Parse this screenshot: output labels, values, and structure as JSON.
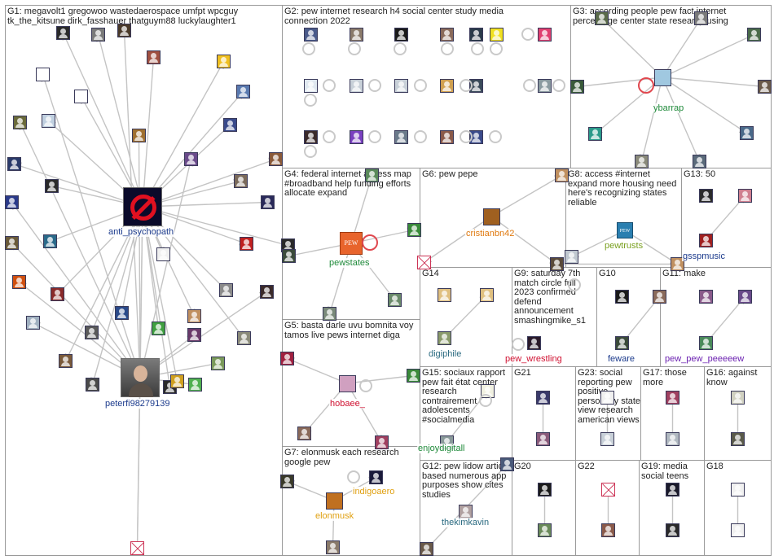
{
  "colors": {
    "panel_border": "#9a9a9a",
    "edge": "#c4c4c4",
    "self_loop": "#e0484f",
    "label_blue": "#1b3a8c",
    "label_green": "#1f8a3a",
    "label_orange": "#e07a10",
    "label_red": "#d01030",
    "label_olive": "#7aa020",
    "label_purple": "#6a1fb0",
    "label_teal": "#2a6a80",
    "label_gold": "#e0a010"
  },
  "groups": [
    {
      "id": "G1",
      "title": "G1: megavolt1 gregowoo wastedaerospace umfpt wpcguy tk_the_kitsune dirk_fasshauer thatguym88 luckylaughter1"
    },
    {
      "id": "G2",
      "title": "G2: pew internet research h4 social center study media connection 2022"
    },
    {
      "id": "G3",
      "title": "G3: according people pew fact internet percentage center state research using"
    },
    {
      "id": "G4",
      "title": "G4: federal internet access map #broadband help funding efforts allocate expand"
    },
    {
      "id": "G5",
      "title": "G5: basta darle uvu bomnita voy tamos live pews internet diga"
    },
    {
      "id": "G6",
      "title": "G6: pew pepe"
    },
    {
      "id": "G7",
      "title": "G7: elonmusk each research google pew"
    },
    {
      "id": "G8",
      "title": "G8: access #internet expand more housing need here's recognizing states reliable"
    },
    {
      "id": "G9",
      "title": "G9: saturday 7th match circle full 2023 confirmed defend announcement smashingmike_s1"
    },
    {
      "id": "G10",
      "title": "G10"
    },
    {
      "id": "G11",
      "title": "G11: make"
    },
    {
      "id": "G12",
      "title": "G12: pew lidow article based numerous app purposes show cites studies"
    },
    {
      "id": "G13",
      "title": "G13: 50"
    },
    {
      "id": "G14",
      "title": "G14"
    },
    {
      "id": "G15",
      "title": "G15: sociaux rapport pew fait état center research contrairement adolescents #socialmedia"
    },
    {
      "id": "G16",
      "title": "G16: against know"
    },
    {
      "id": "G17",
      "title": "G17: those more"
    },
    {
      "id": "G18",
      "title": "G18"
    },
    {
      "id": "G19",
      "title": "G19: media social teens"
    },
    {
      "id": "G20",
      "title": "G20"
    },
    {
      "id": "G21",
      "title": "G21"
    },
    {
      "id": "G22",
      "title": "G22"
    },
    {
      "id": "G23",
      "title": "G23: social reporting pew positive personally state view research american views"
    }
  ],
  "labels": [
    {
      "id": "anti_psychopath",
      "text": "anti_psychopath",
      "color": "#1b3a8c"
    },
    {
      "id": "peterfi98279139",
      "text": "peterfi98279139",
      "color": "#1b3a8c"
    },
    {
      "id": "ybarrap",
      "text": "ybarrap",
      "color": "#1f8a3a"
    },
    {
      "id": "pewstates",
      "text": "pewstates",
      "color": "#1f8a3a"
    },
    {
      "id": "cristianbn42",
      "text": "cristianbn42",
      "color": "#e07a10"
    },
    {
      "id": "pewtrusts",
      "text": "pewtrusts",
      "color": "#7aa020"
    },
    {
      "id": "gsspmusic",
      "text": "gsspmusic",
      "color": "#1b3a8c"
    },
    {
      "id": "hobaee_",
      "text": "hobaee_",
      "color": "#d01030"
    },
    {
      "id": "digiphile",
      "text": "digiphile",
      "color": "#2a6a80"
    },
    {
      "id": "pew_wrestling",
      "text": "pew_wrestling",
      "color": "#d01030"
    },
    {
      "id": "feware",
      "text": "feware",
      "color": "#1b3a8c"
    },
    {
      "id": "pew_pew_peeeeew",
      "text": "pew_pew_peeeeew",
      "color": "#6a1fb0"
    },
    {
      "id": "enjoydigitall",
      "text": "enjoydigitall",
      "color": "#1f8a3a"
    },
    {
      "id": "indigoaero",
      "text": "indigoaero",
      "color": "#e0a010"
    },
    {
      "id": "elonmusk",
      "text": "elonmusk",
      "color": "#e0a010"
    },
    {
      "id": "thekimkavin",
      "text": "thekimkavin",
      "color": "#2a6a80"
    }
  ]
}
